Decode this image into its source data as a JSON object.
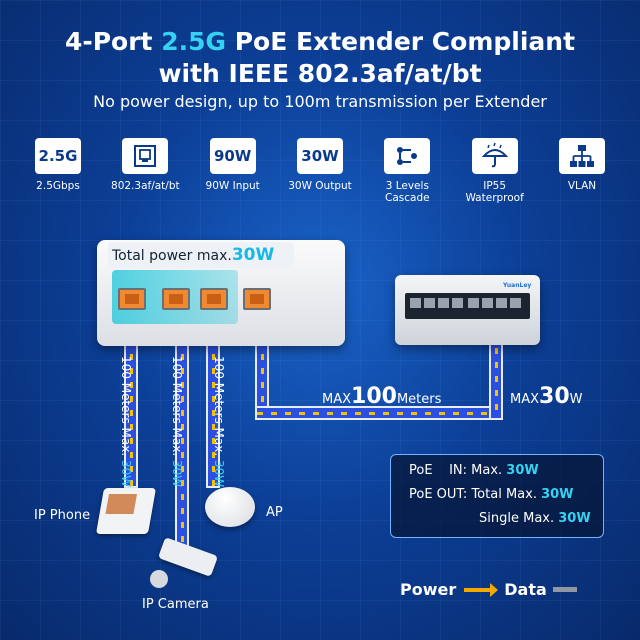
{
  "header": {
    "title_line1_a": "4-Port ",
    "title_line1_hl": "2.5G",
    "title_line1_b": " PoE Extender Compliant",
    "title_line2": "with IEEE 802.3af/at/bt",
    "subtitle": "No power design, up to 100m transmission per Extender"
  },
  "features": [
    {
      "box": "2.5G",
      "label": "2.5Gbps",
      "icon": "speed-text"
    },
    {
      "box": "",
      "label": "802.3af/at/bt",
      "icon": "ethernet-port-icon"
    },
    {
      "box": "90W",
      "label": "90W Input",
      "icon": "power-text"
    },
    {
      "box": "30W",
      "label": "30W Output",
      "icon": "power-text"
    },
    {
      "box": "",
      "label": "3 Levels Cascade",
      "icon": "cascade-icon"
    },
    {
      "box": "",
      "label": "IP55 Waterproof",
      "icon": "umbrella-icon"
    },
    {
      "box": "",
      "label": "VLAN",
      "icon": "network-tree-icon"
    }
  ],
  "extender": {
    "power_label": "Total power max.",
    "power_value": "30W"
  },
  "switch": {
    "brand": "YuanLey"
  },
  "cables": {
    "drop_label_prefix": "100 Meters Max. ",
    "drop_label_value": "30W",
    "uplink_prefix": "MAX",
    "uplink_value": "100",
    "uplink_suffix": "Meters",
    "switch_prefix": "MAX",
    "switch_value": "30",
    "switch_suffix": "W"
  },
  "info": {
    "row1_label": "PoE    IN: Max. ",
    "row1_value": "30W",
    "row2_label": "PoE OUT: Total Max. ",
    "row2_value": "30W",
    "row3_label": "Single Max. ",
    "row3_value": "30W"
  },
  "devices": {
    "phone": "IP Phone",
    "ap": "AP",
    "camera": "IP Camera"
  },
  "legend": {
    "power": "Power",
    "data": "Data"
  },
  "colors": {
    "accent": "#35d2f2",
    "cable": "#2b4fe0",
    "power_dash": "#f2c400",
    "port": "#f08a32"
  }
}
